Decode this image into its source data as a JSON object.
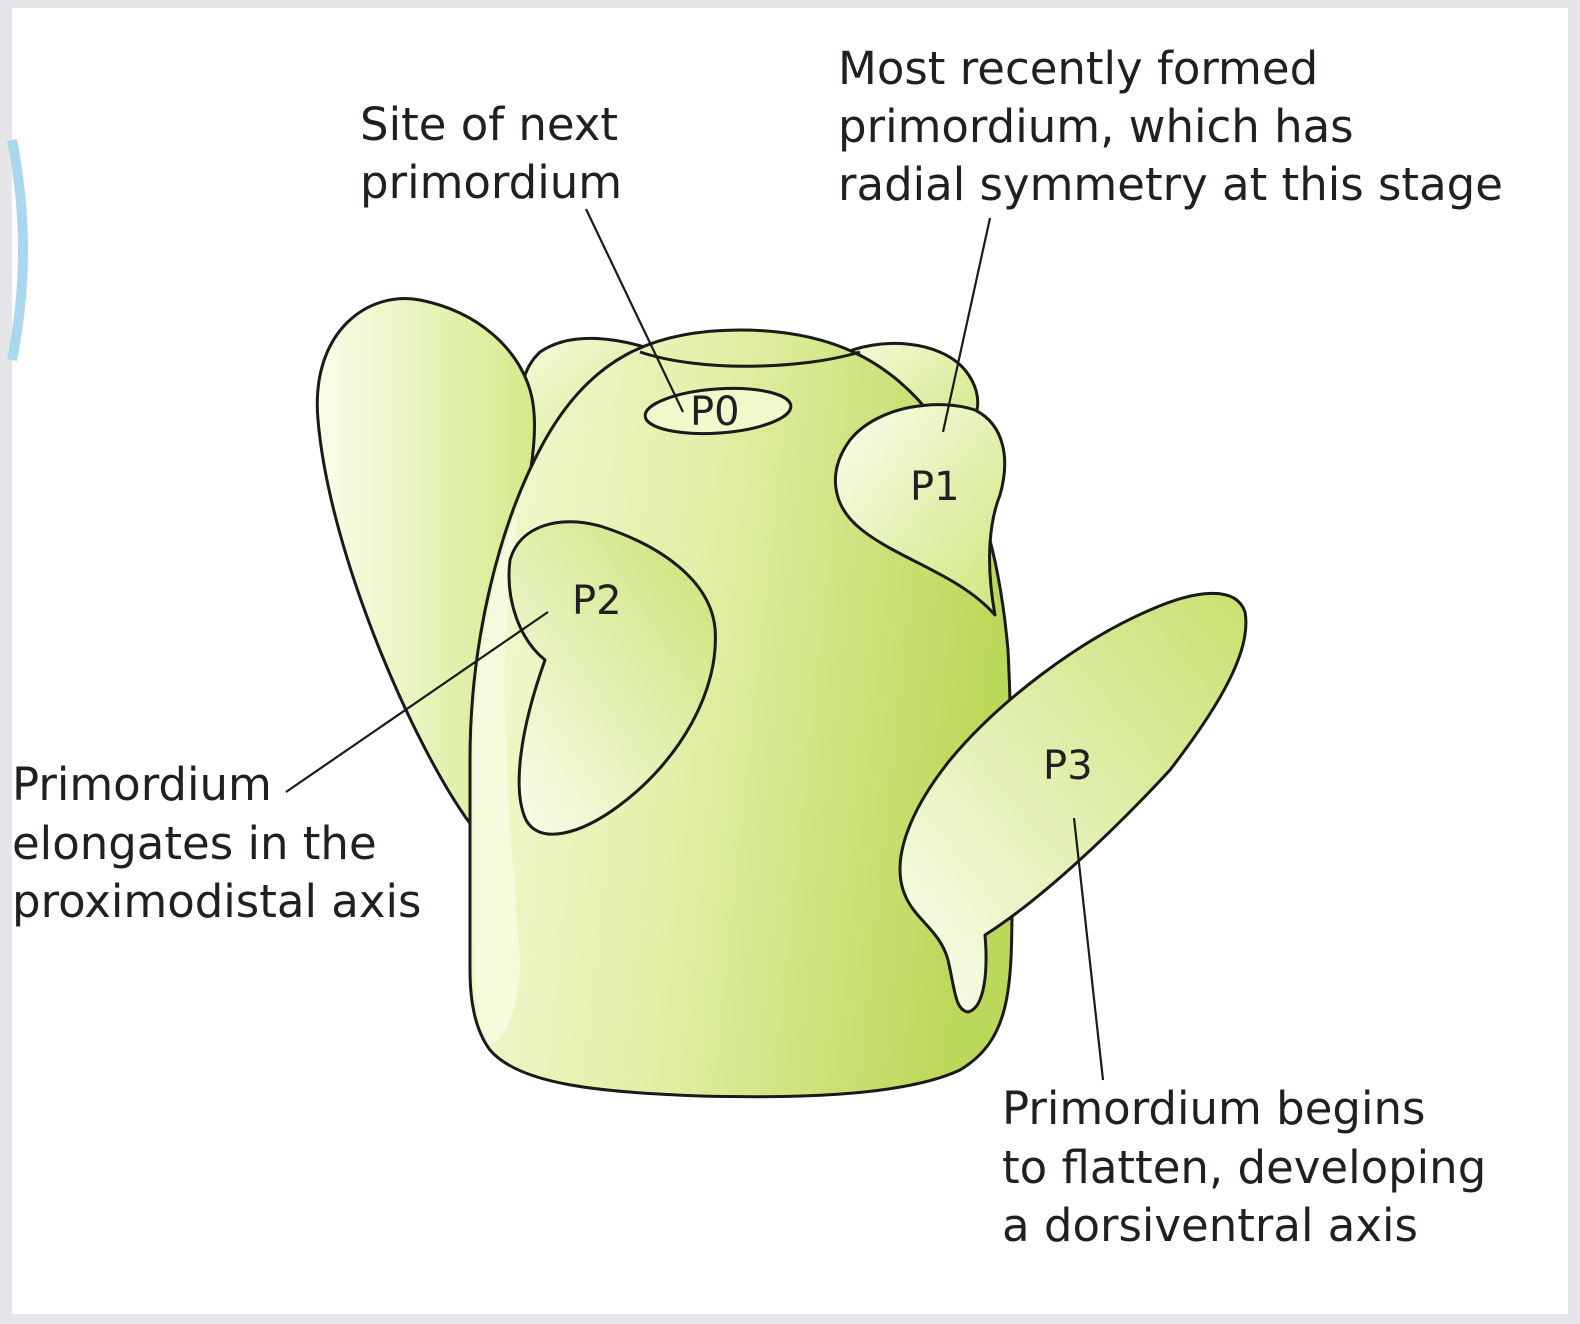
{
  "labels": {
    "p0": "P0",
    "p1": "P1",
    "p2": "P2",
    "p3": "P3"
  },
  "callouts": {
    "site_next": [
      "Site of next",
      "primordium"
    ],
    "most_recent": [
      "Most recently formed",
      "primordium, which has",
      "radial symmetry at this stage"
    ],
    "elongates": [
      "Primordium",
      "elongates in the",
      "proximodistal axis"
    ],
    "flatten": [
      "Primordium begins",
      "to flatten, developing",
      "a dorsiventral axis"
    ]
  },
  "colors": {
    "page_border": "#e6e6ea",
    "background": "#ffffff",
    "tissue_light": "#f4f9d2",
    "tissue_mid": "#d9ec8a",
    "tissue_dark": "#bcd85a",
    "outline": "#1a1a1a",
    "side_arc": "#a9d8ee"
  }
}
